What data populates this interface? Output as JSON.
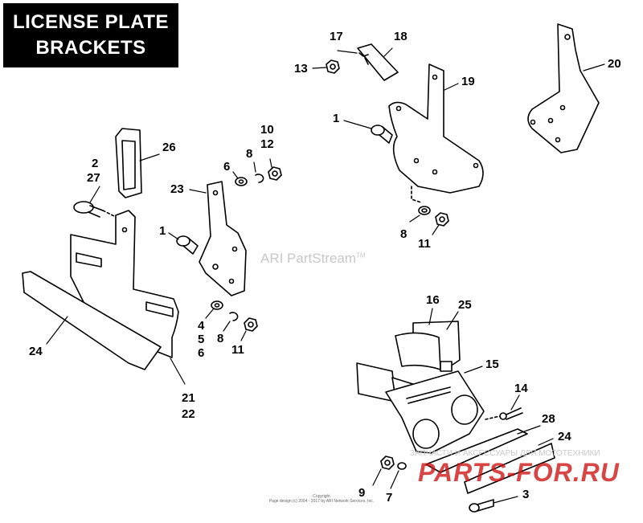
{
  "title": {
    "line1": "LICENSE PLATE",
    "line2": "BRACKETS"
  },
  "callouts": {
    "c1a": "1",
    "c1b": "1",
    "c2": "2",
    "c27": "27",
    "c3": "3",
    "c4": "4",
    "c5": "5",
    "c6a": "6",
    "c6b": "6",
    "c7": "7",
    "c8a": "8",
    "c8b": "8",
    "c8c": "8",
    "c9": "9",
    "c10": "10",
    "c12": "12",
    "c11a": "11",
    "c11b": "11",
    "c13": "13",
    "c14": "14",
    "c15": "15",
    "c16": "16",
    "c17": "17",
    "c18": "18",
    "c19": "19",
    "c20": "20",
    "c21": "21",
    "c22": "22",
    "c23": "23",
    "c24a": "24",
    "c24b": "24",
    "c25": "25",
    "c26": "26",
    "c28": "28"
  },
  "watermark": {
    "brand": "ARI PartStream",
    "tm": "TM"
  },
  "ru_watermark": {
    "small": "ЗАПЧАСТИ И АКСЕССУАРЫ ДЛЯ МОТОТЕХНИКИ",
    "big": "PARTS-FOR.RU"
  },
  "copyright": {
    "line1": "Copyright",
    "line2": "Page design (c) 2004 - 2017 by ARI Network Services, Inc."
  }
}
